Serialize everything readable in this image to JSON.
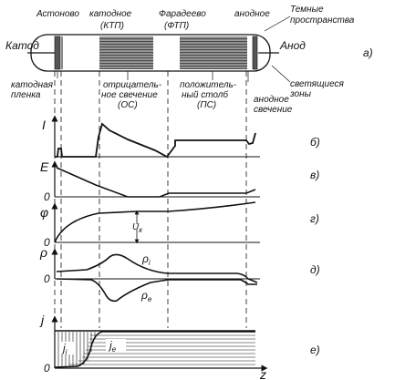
{
  "tube": {
    "cathode": "Катод",
    "anode": "Анод",
    "aston": "Астоново",
    "cathode_space": "катодное",
    "cathode_space_abbr": "(КТП)",
    "faraday": "Фарадеево",
    "faraday_abbr": "(ФТП)",
    "anode_space": "анодное",
    "dark_spaces_1": "Темные",
    "dark_spaces_2": "пространства",
    "cathode_film_1": "катодная",
    "cathode_film_2": "пленка",
    "negative_glow_1": "отрицатель-",
    "negative_glow_2": "ное свечение",
    "negative_glow_abbr": "(ОС)",
    "positive_column_1": "положитель-",
    "positive_column_2": "ный столб",
    "positive_column_abbr": "(ПС)",
    "anode_glow_1": "анодное",
    "anode_glow_2": "свечение",
    "glowing_zones_1": "светящиеся",
    "glowing_zones_2": "зоны",
    "panel_letter": "а)"
  },
  "graphs": {
    "b": {
      "axis": "I",
      "letter": "б)"
    },
    "v": {
      "axis": "E",
      "zero": "0",
      "letter": "в)"
    },
    "g": {
      "axis": "φ",
      "zero": "0",
      "uk": "U",
      "uk_sub": "к",
      "letter": "г)"
    },
    "d": {
      "axis": "ρ",
      "zero": "0",
      "rho_i": "ρ",
      "rho_i_sub": "i",
      "rho_e": "ρ",
      "rho_e_sub": "e",
      "letter": "д)"
    },
    "e": {
      "axis": "j",
      "zero": "0",
      "ji": "j",
      "ji_sub": "i",
      "je": "j",
      "je_sub": "e",
      "z": "z",
      "letter": "е)"
    }
  }
}
